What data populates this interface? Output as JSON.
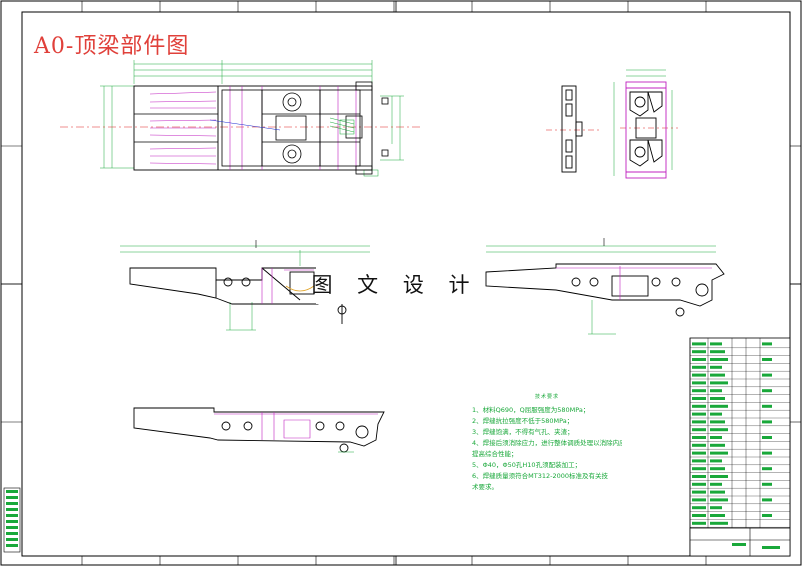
{
  "title": "A0-顶梁部件图",
  "watermark": "图 文 设 计",
  "notes": {
    "title": "技术要求",
    "lines": [
      "1、材料Q690，Q屈服强度为580MPa；",
      "2、焊缝抗拉强度不低于580MPa；",
      "3、焊缝饱满，不得有气孔、夹渣；",
      "4、焊接后须消除应力，进行整体调质处理以消除内应力和",
      "提高综合性能；",
      "5、Φ40，Φ50孔H10孔须配装加工；",
      "6、焊缝质量须符合MT312-2000标准及有关技",
      "术要求。"
    ]
  },
  "colors": {
    "outline": "#000000",
    "dimension": "#19a83a",
    "cut": "#c020c0",
    "center": "#e02020",
    "hatch": "#1a2ad0",
    "title": "#e0403a",
    "table_fill": "#19a83a"
  }
}
